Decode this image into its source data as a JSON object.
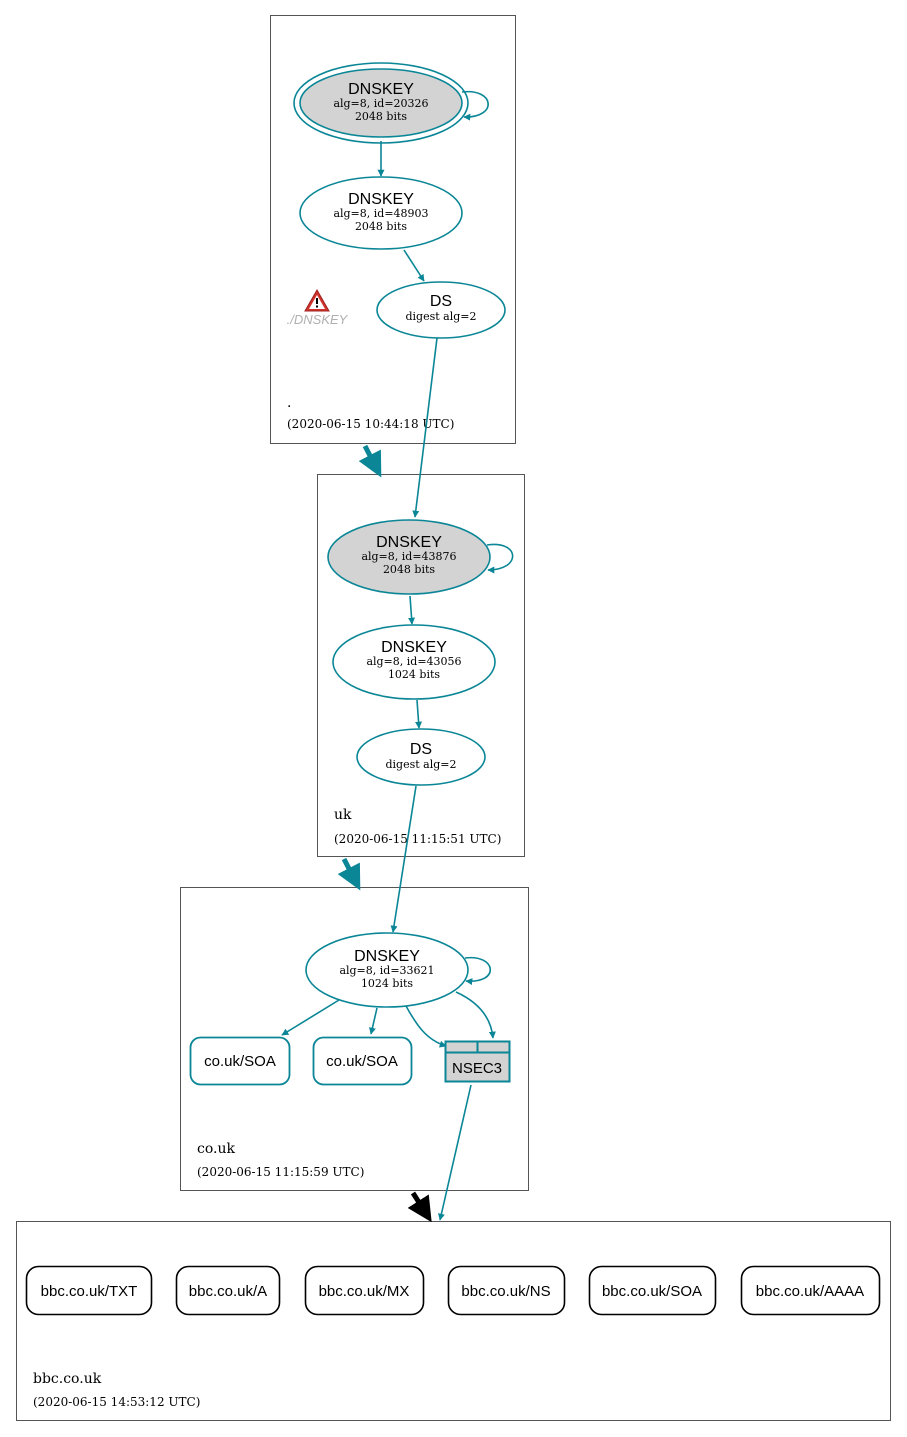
{
  "colors": {
    "teal": "#0a8696",
    "key_fill": "#d3d3d3",
    "black": "#000000",
    "warning": "#d0342c"
  },
  "zones": {
    "root": {
      "name": ".",
      "timestamp": "(2020-06-15 10:44:18 UTC)"
    },
    "uk": {
      "name": "uk",
      "timestamp": "(2020-06-15 11:15:51 UTC)"
    },
    "couk": {
      "name": "co.uk",
      "timestamp": "(2020-06-15 11:15:59 UTC)"
    },
    "bbc": {
      "name": "bbc.co.uk",
      "timestamp": "(2020-06-15 14:53:12 UTC)"
    }
  },
  "nodes": {
    "root_ksk": {
      "title": "DNSKEY",
      "line1": "alg=8, id=20326",
      "line2": "2048 bits"
    },
    "root_zsk": {
      "title": "DNSKEY",
      "line1": "alg=8, id=48903",
      "line2": "2048 bits"
    },
    "root_ds": {
      "title": "DS",
      "line1": "digest alg=2"
    },
    "root_warning": {
      "label": "./DNSKEY",
      "icon": "warning-icon"
    },
    "uk_ksk": {
      "title": "DNSKEY",
      "line1": "alg=8, id=43876",
      "line2": "2048 bits"
    },
    "uk_zsk": {
      "title": "DNSKEY",
      "line1": "alg=8, id=43056",
      "line2": "1024 bits"
    },
    "uk_ds": {
      "title": "DS",
      "line1": "digest alg=2"
    },
    "couk_key": {
      "title": "DNSKEY",
      "line1": "alg=8, id=33621",
      "line2": "1024 bits"
    },
    "couk_soa1": {
      "label": "co.uk/SOA"
    },
    "couk_soa2": {
      "label": "co.uk/SOA"
    },
    "couk_nsec3": {
      "label": "NSEC3"
    }
  },
  "bbc_records": [
    {
      "label": "bbc.co.uk/TXT"
    },
    {
      "label": "bbc.co.uk/A"
    },
    {
      "label": "bbc.co.uk/MX"
    },
    {
      "label": "bbc.co.uk/NS"
    },
    {
      "label": "bbc.co.uk/SOA"
    },
    {
      "label": "bbc.co.uk/AAAA"
    }
  ]
}
